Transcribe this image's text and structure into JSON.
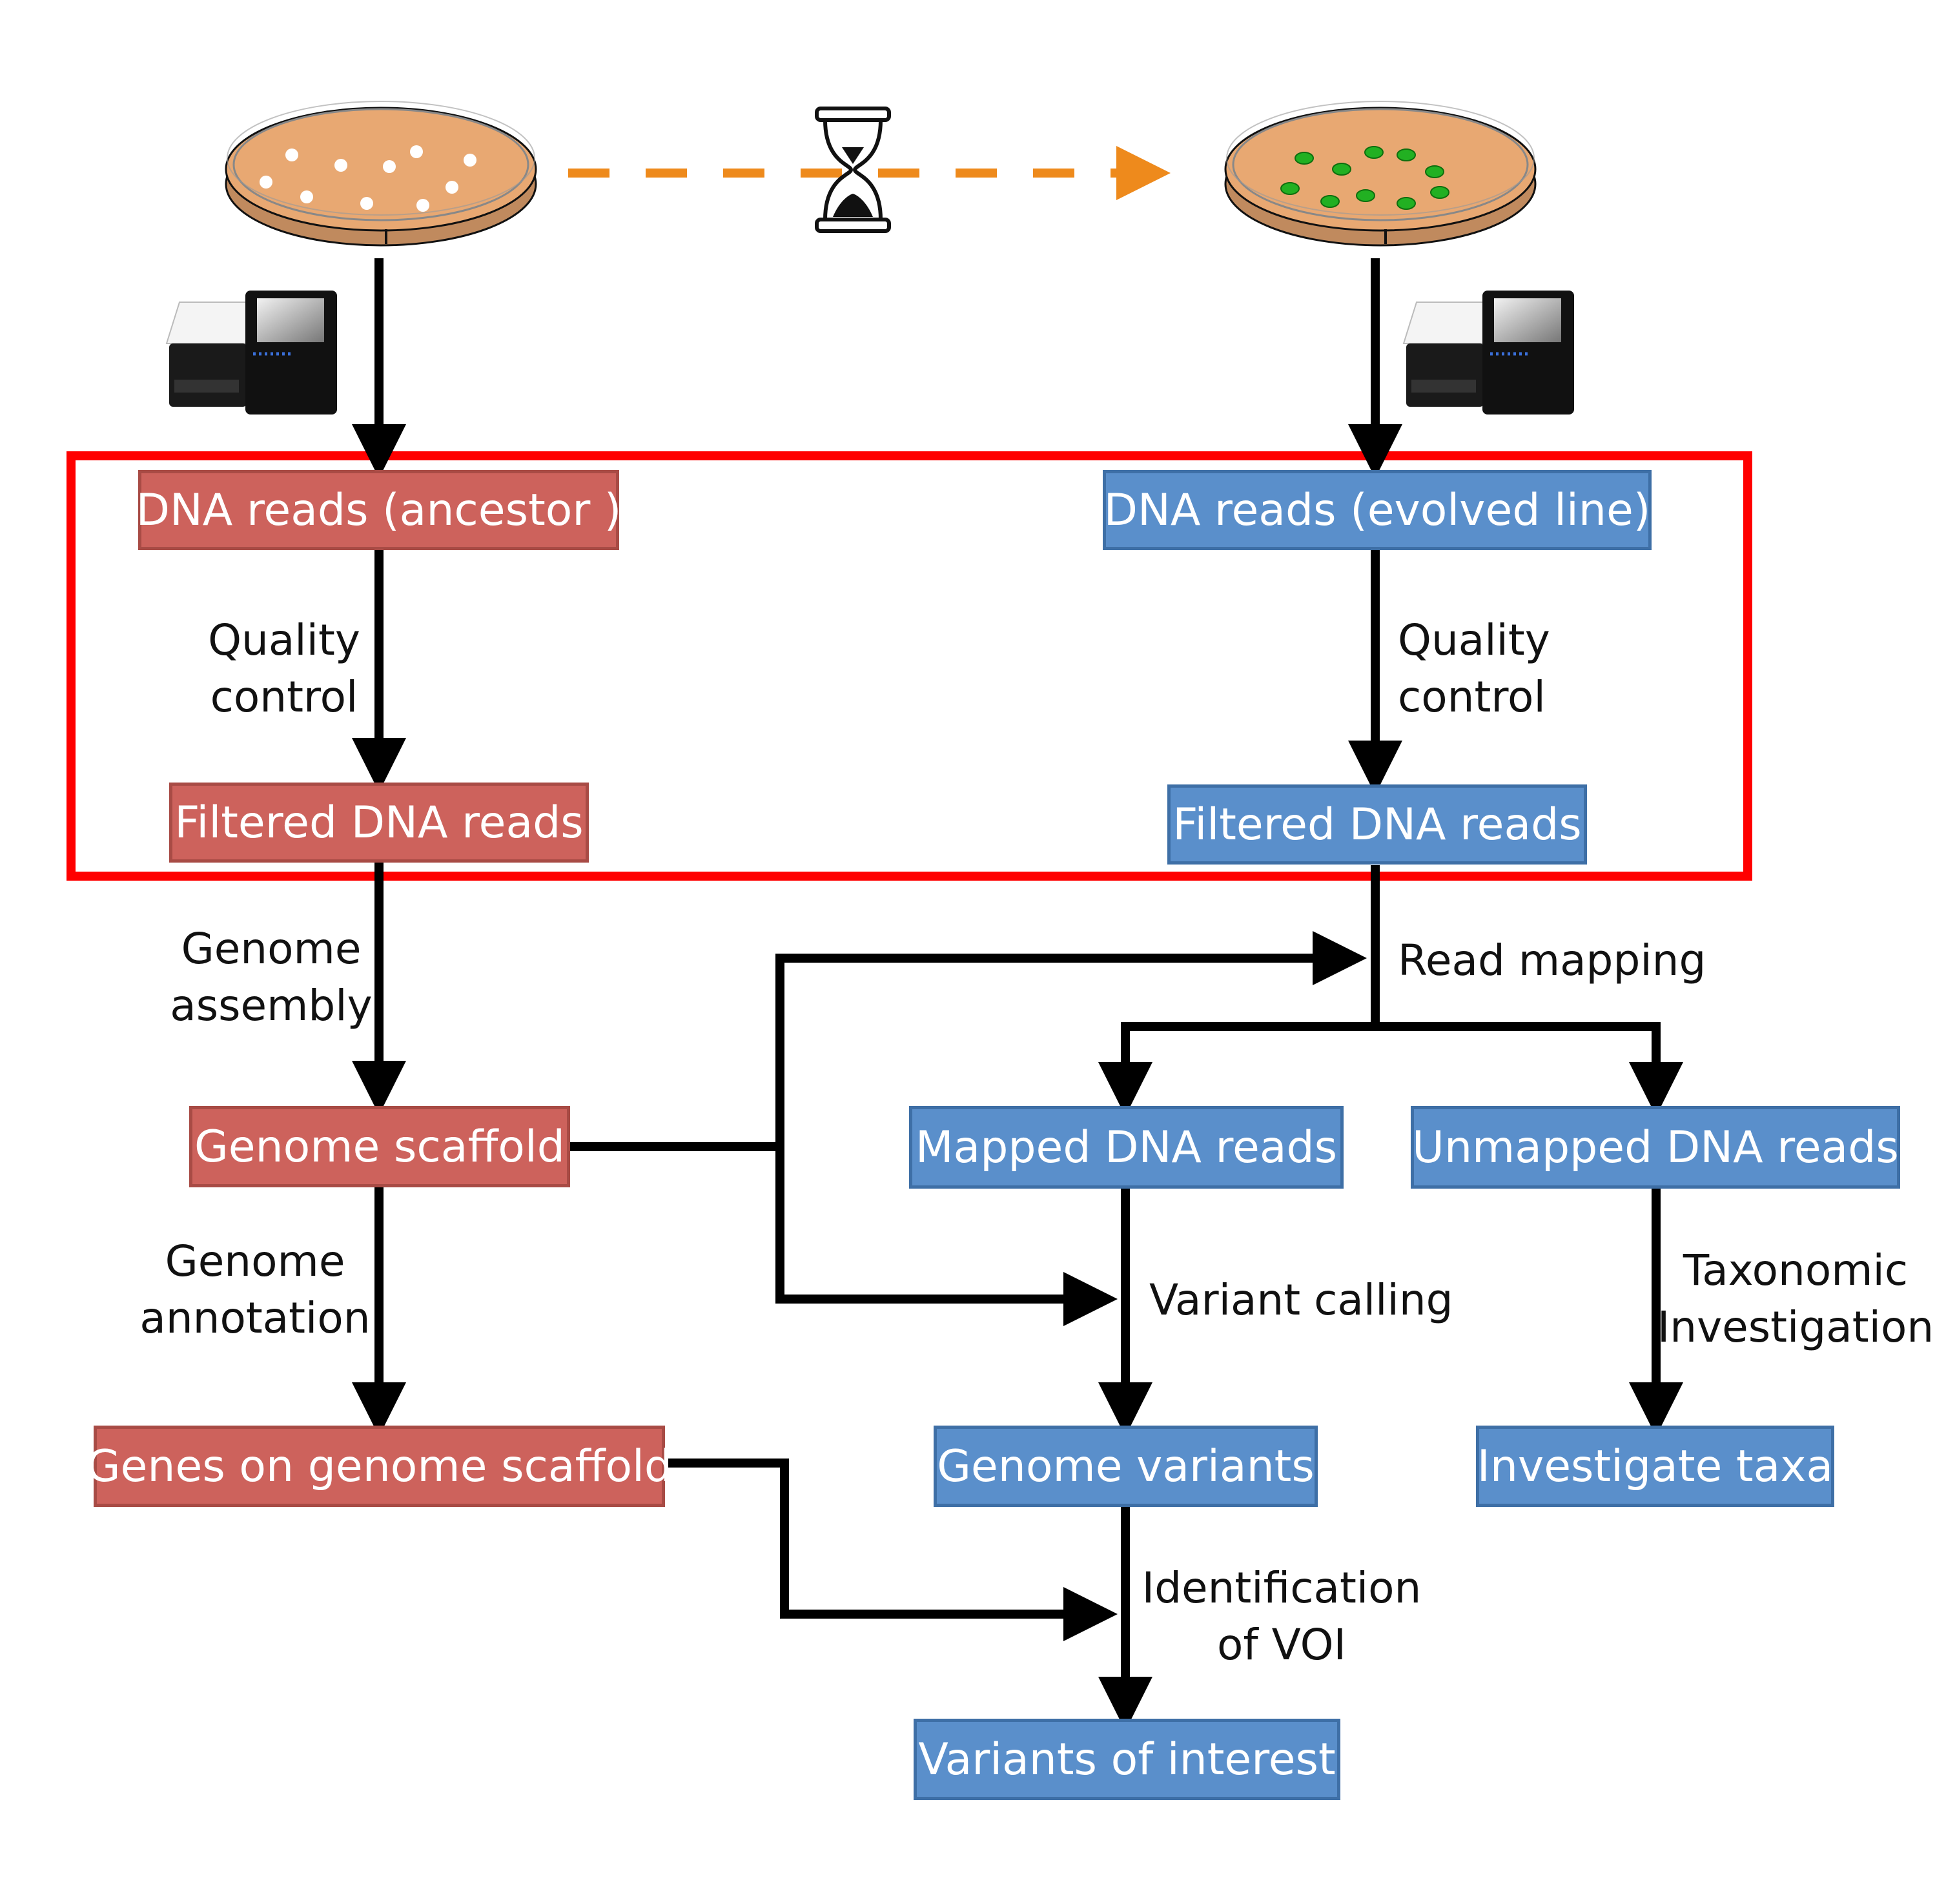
{
  "colors": {
    "ancestor_box": "#CD625C",
    "evolved_box": "#5A8FCB",
    "highlight_frame": "#FF0000",
    "time_arrow": "#EE8A1C",
    "arrows": "#000000",
    "dish_agar": "#E8A872",
    "ancestor_colonies": "#FFFFFF",
    "evolved_colonies": "#22B022"
  },
  "icons": {
    "ancestor_dish": "petri-dish-white-colonies",
    "evolved_dish": "petri-dish-green-colonies",
    "time": "hourglass",
    "sequencer": "dna-sequencer"
  },
  "boxes": {
    "dna_reads_ancestor": "DNA reads (ancestor )",
    "filtered_ancestor": "Filtered DNA reads",
    "genome_scaffold": "Genome scaffold",
    "genes_on_scaffold": "Genes on genome scaffold",
    "dna_reads_evolved": "DNA reads (evolved  line)",
    "filtered_evolved": "Filtered DNA reads",
    "mapped_reads": "Mapped DNA reads",
    "unmapped_reads": "Unmapped DNA reads",
    "genome_variants": "Genome variants",
    "investigate_taxa": "Investigate taxa",
    "variants_of_interest": "Variants of interest"
  },
  "labels": {
    "qc_left": [
      "Quality",
      "control"
    ],
    "qc_right": [
      "Quality",
      "control"
    ],
    "genome_assembly": [
      "Genome",
      "assembly"
    ],
    "genome_annotation": [
      "Genome",
      "annotation"
    ],
    "read_mapping": "Read mapping",
    "variant_calling": "Variant calling",
    "taxonomic": [
      "Taxonomic",
      "Investigation"
    ],
    "identification": [
      "Identification",
      "of VOI"
    ]
  }
}
